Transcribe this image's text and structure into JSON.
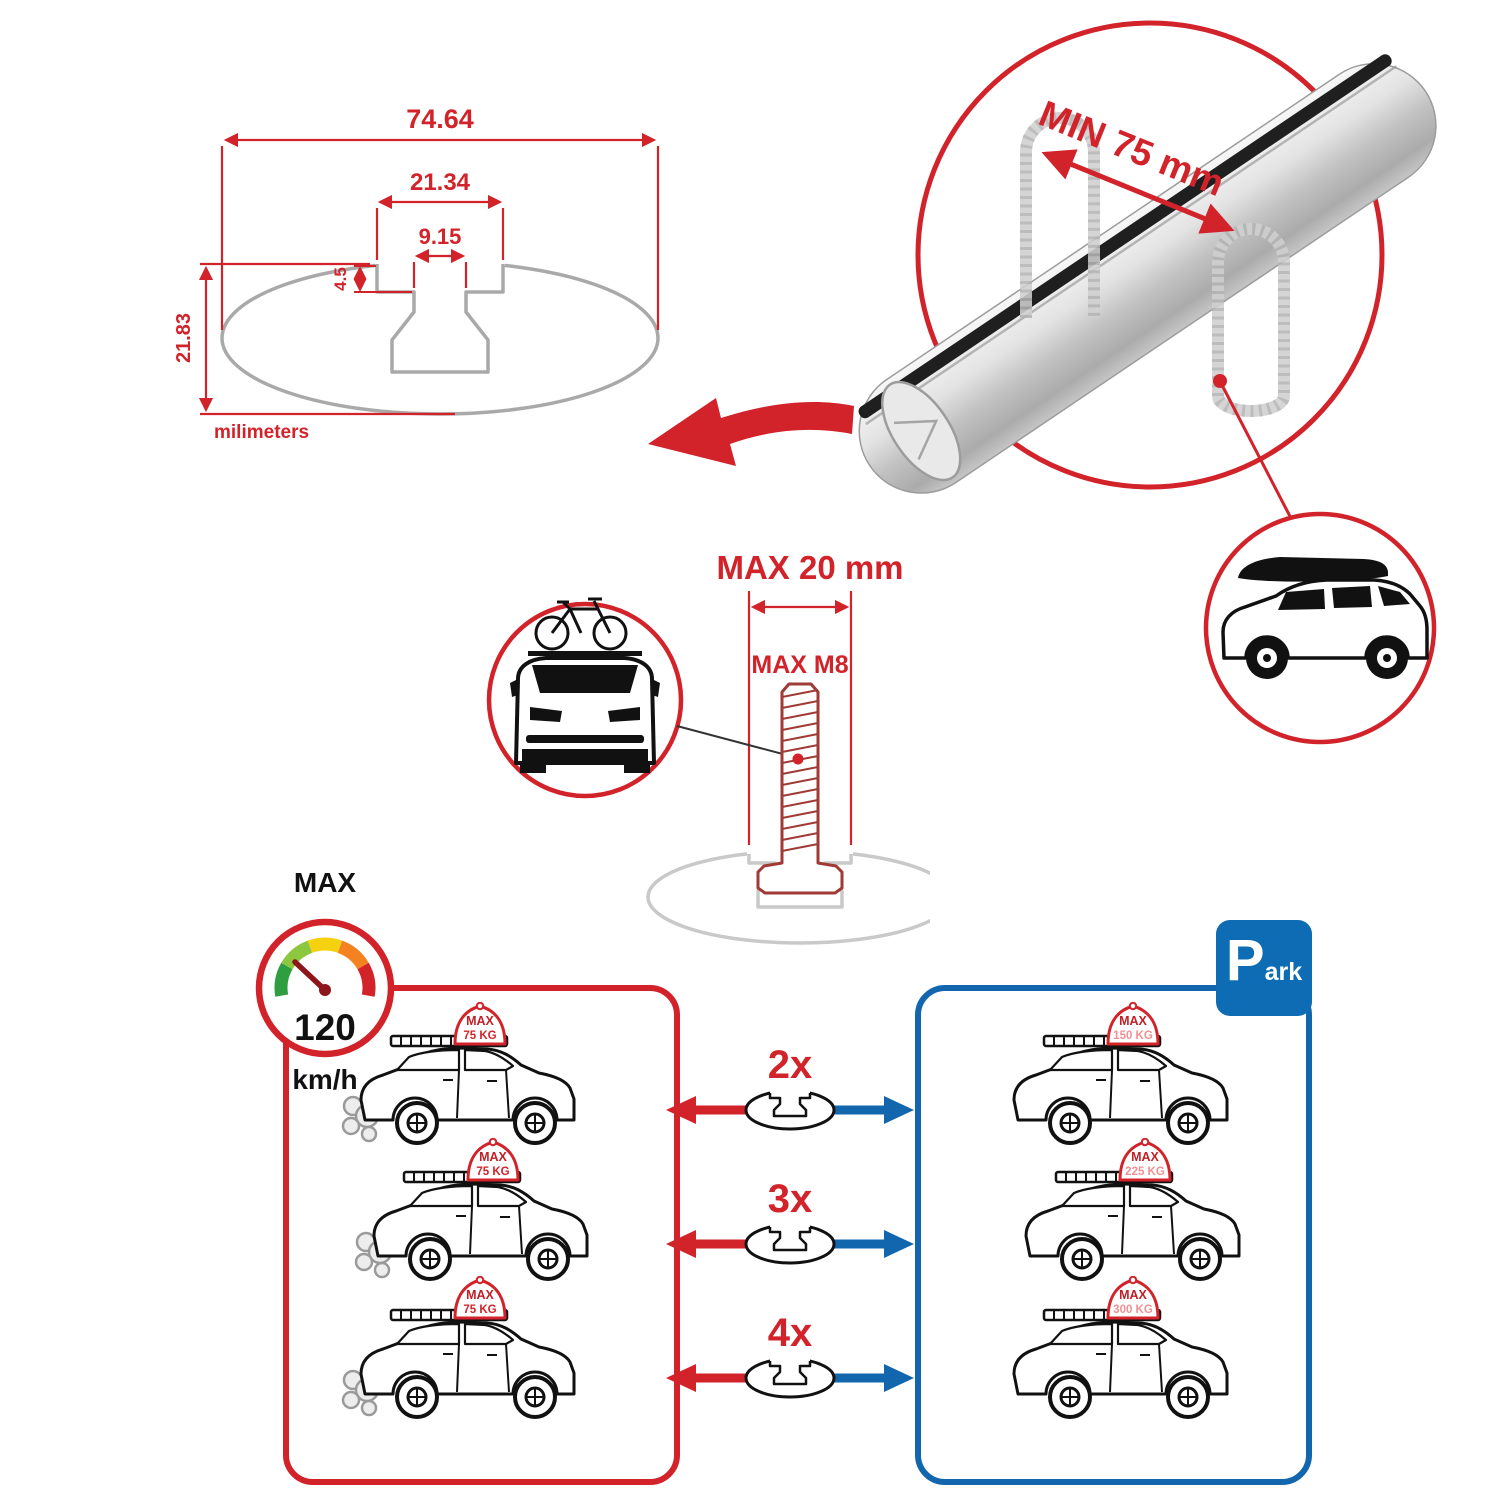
{
  "colors": {
    "red": "#d2232a",
    "blue": "#1266ae",
    "park_blue": "#0e6cb4",
    "profile_gray": "#a9a9a9",
    "gauge_segments": [
      "#2f9e41",
      "#8dc63f",
      "#f5d10f",
      "#f58220",
      "#d2232a"
    ]
  },
  "profile_dimensions": {
    "total_width": "74.64",
    "channel_width": "21.34",
    "slot_width": "9.15",
    "lip_height": "4.5",
    "total_height": "21.83",
    "units_label": "milimeters"
  },
  "bar_callout": {
    "min_span": "MIN 75 mm"
  },
  "bolt_callout": {
    "max_width": "MAX 20 mm",
    "max_thread": "MAX M8"
  },
  "speed_gauge": {
    "title": "MAX",
    "value": "120",
    "unit": "km/h"
  },
  "park_sign": {
    "initial": "P",
    "rest": "ark"
  },
  "load_table": {
    "driving": [
      {
        "label": "MAX",
        "weight": "75 KG"
      },
      {
        "label": "MAX",
        "weight": "75 KG"
      },
      {
        "label": "MAX",
        "weight": "75 KG"
      }
    ],
    "parked": [
      {
        "label": "MAX",
        "weight": "150 KG"
      },
      {
        "label": "MAX",
        "weight": "225 KG"
      },
      {
        "label": "MAX",
        "weight": "300 KG"
      }
    ],
    "counts": [
      "2x",
      "3x",
      "4x"
    ]
  }
}
